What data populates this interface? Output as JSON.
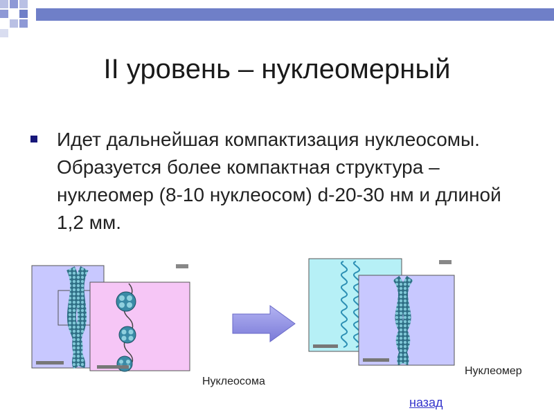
{
  "slide": {
    "title": "II уровень – нуклеомерный",
    "bullet": "Идет дальнейшая компактизация нуклеосомы. Образуется более компактная структура – нуклеомер (8-10 нуклеосом) d-20-30 нм и длиной 1,2 мм."
  },
  "figures": {
    "left_caption": "Нуклеосома",
    "right_caption": "Нуклеомер"
  },
  "nav": {
    "back_label": "назад"
  },
  "colors": {
    "accent": "#17177a",
    "decor_blue": "#6f7fc8",
    "panel_pink": "#f6c6f6",
    "panel_lavender": "#c8c8ff",
    "panel_cyan": "#b6f0f6",
    "arrow": "#8c8ce6",
    "link": "#3333cc"
  }
}
